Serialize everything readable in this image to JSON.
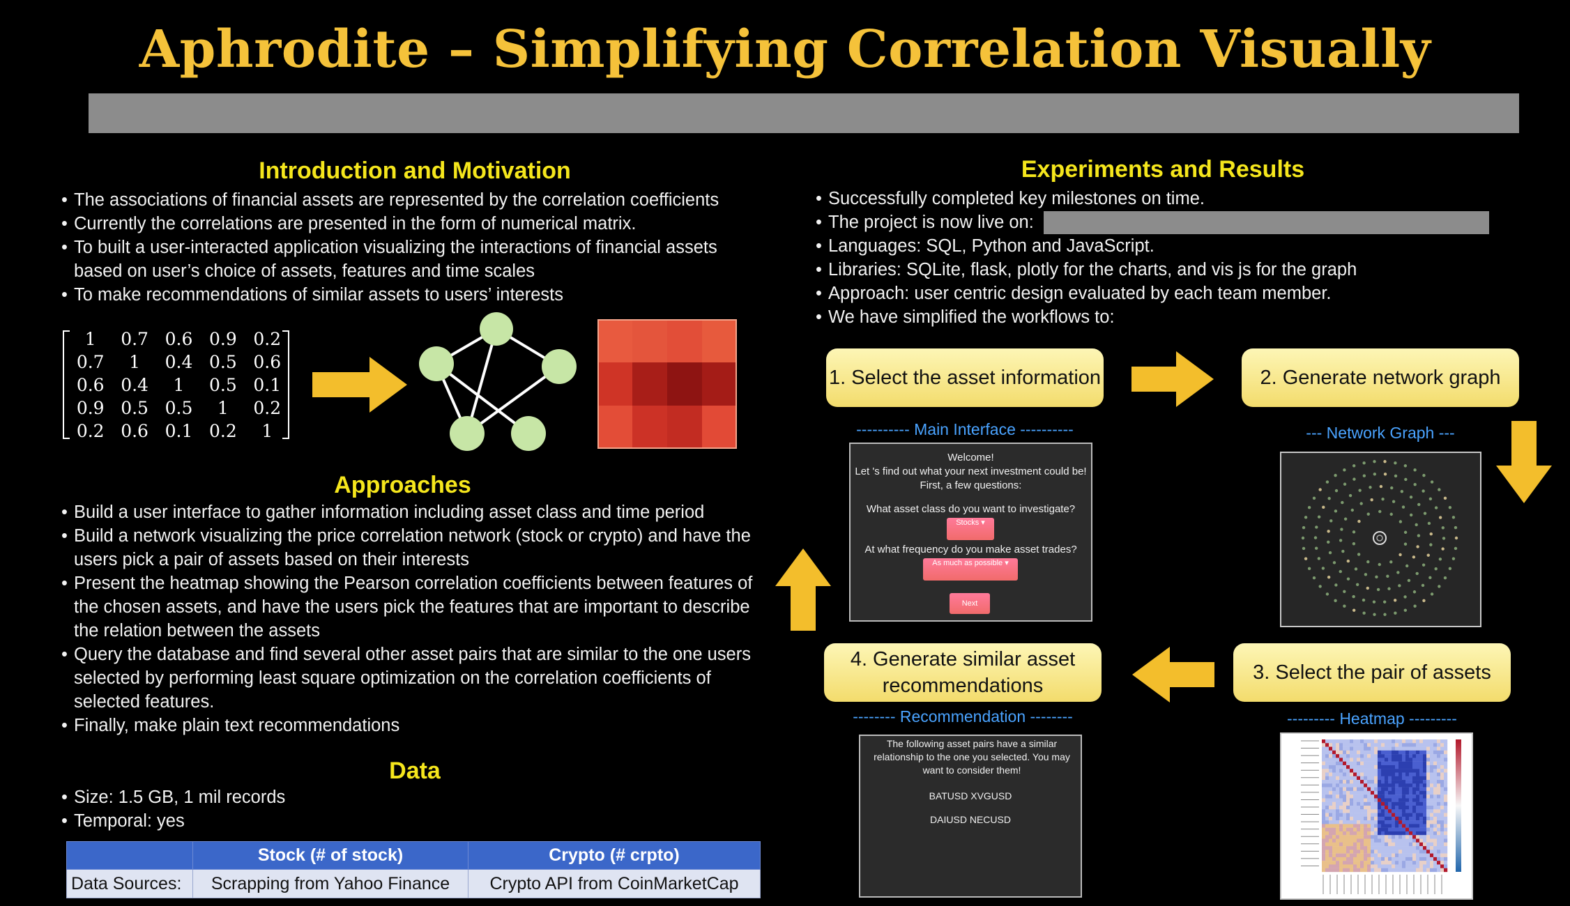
{
  "poster": {
    "title": "Aphrodite – Simplifying Correlation Visually"
  },
  "intro": {
    "heading": "Introduction and Motivation",
    "bullets": [
      "The associations of financial assets are represented by the correlation coefficients",
      "Currently the correlations are presented in the form of numerical matrix.",
      "To built a user-interacted application visualizing the interactions of financial assets based on user’s choice of assets, features and time scales",
      "To make recommendations of similar assets to users’ interests"
    ]
  },
  "matrix": {
    "rows": [
      [
        "1",
        "0.7",
        "0.6",
        "0.9",
        "0.2"
      ],
      [
        "0.7",
        "1",
        "0.4",
        "0.5",
        "0.6"
      ],
      [
        "0.6",
        "0.4",
        "1",
        "0.5",
        "0.1"
      ],
      [
        "0.9",
        "0.5",
        "0.5",
        "1",
        "0.2"
      ],
      [
        "0.2",
        "0.6",
        "0.1",
        "0.2",
        "1"
      ]
    ]
  },
  "heatmap_colors": [
    [
      "#e85a3f",
      "#e4553c",
      "#e24e38",
      "#e75a3d"
    ],
    [
      "#cf3426",
      "#a81e18",
      "#8e1412",
      "#a41c17"
    ],
    [
      "#e34d37",
      "#cc3226",
      "#c22c22",
      "#e24a36"
    ]
  ],
  "approaches": {
    "heading": "Approaches",
    "bullets": [
      "Build a user interface to gather information including asset class and time period",
      "Build a network visualizing the price correlation network (stock or crypto) and have the users pick a pair of  assets based on their interests",
      "Present the heatmap showing the Pearson correlation coefficients between features of the chosen assets, and have the users pick the features that are important to describe the relation between the assets",
      "Query the database and find several other asset pairs that are similar to the one users selected by performing least square optimization on the correlation coefficients of selected features.",
      "Finally, make plain text recommendations"
    ]
  },
  "data": {
    "heading": "Data",
    "bullets": [
      "Size: 1.5 GB, 1 mil records",
      "Temporal: yes"
    ],
    "table": {
      "headers": [
        "Stock (# of stock)",
        "Crypto (# crpto)"
      ],
      "row_label": "Data Sources:",
      "row_values": [
        "Scrapping from Yahoo Finance",
        "Crypto API from CoinMarketCap"
      ]
    }
  },
  "results": {
    "heading": "Experiments and Results",
    "bullets": [
      "Successfully completed key milestones on time.",
      "The project is now live on:",
      "Languages: SQL, Python and JavaScript.",
      "Libraries: SQLite, flask, plotly for the charts, and vis js for the graph",
      "Approach: user centric design evaluated by each team member.",
      "We have simplified the workflows to:"
    ]
  },
  "workflow": {
    "step1": "1. Select the asset information",
    "step2": "2. Generate network graph",
    "step3": "3. Select the pair of assets",
    "step4": "4. Generate similar asset recommendations",
    "cap_main": "---------- Main Interface ----------",
    "cap_network": "--- Network Graph ---",
    "cap_recommend": "-------- Recommendation --------",
    "cap_heatmap": "--------- Heatmap ---------"
  },
  "main_interface": {
    "welcome": "Welcome!",
    "line1": "Let 's find out what your next investment could be!",
    "line2": "First, a few questions:",
    "q1": "What asset class do you want to investigate?",
    "select1": "Stocks",
    "q2": "At what frequency do you make asset trades?",
    "select2": "As much as possible",
    "next": "Next"
  },
  "recommendation": {
    "text": "The following asset pairs have a similar relationship to the one you selected. You may want to consider them!",
    "pair1": "BATUSD XVGUSD",
    "pair2": "DAIUSD NECUSD"
  }
}
